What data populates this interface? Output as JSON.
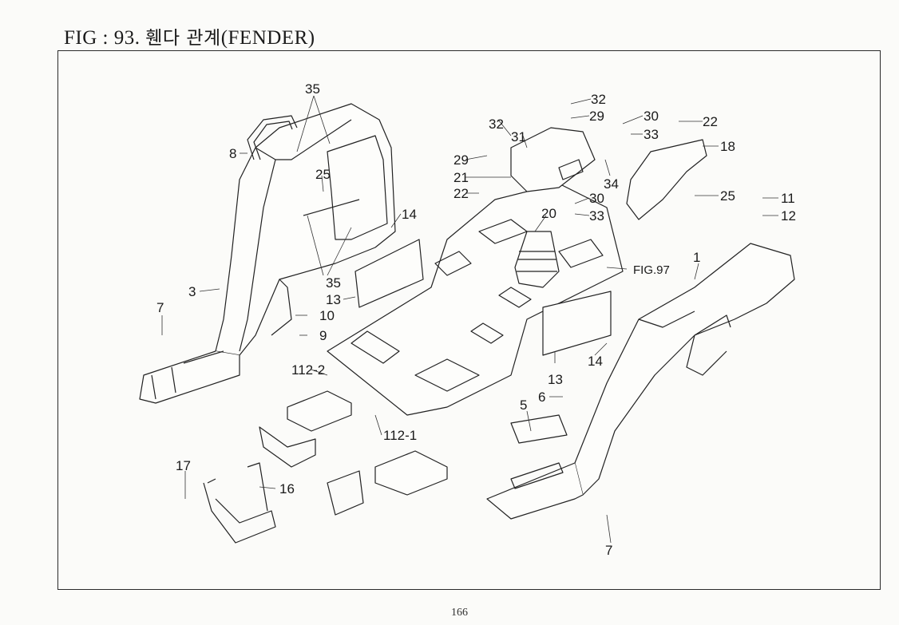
{
  "header": {
    "fig": "FIG : 93.",
    "korean": "휀다 관계",
    "english": "(FENDER)"
  },
  "page_number": "166",
  "reference_label": "FIG.97",
  "callouts": [
    "35",
    "8",
    "25",
    "3",
    "35",
    "7",
    "10",
    "9",
    "14",
    "13",
    "112-2",
    "17",
    "16",
    "112-1",
    "32",
    "31",
    "29",
    "21",
    "22",
    "20",
    "32",
    "29",
    "30",
    "33",
    "34",
    "30",
    "33",
    "22",
    "18",
    "25",
    "11",
    "12",
    "1",
    "13",
    "14",
    "6",
    "5",
    "7"
  ]
}
